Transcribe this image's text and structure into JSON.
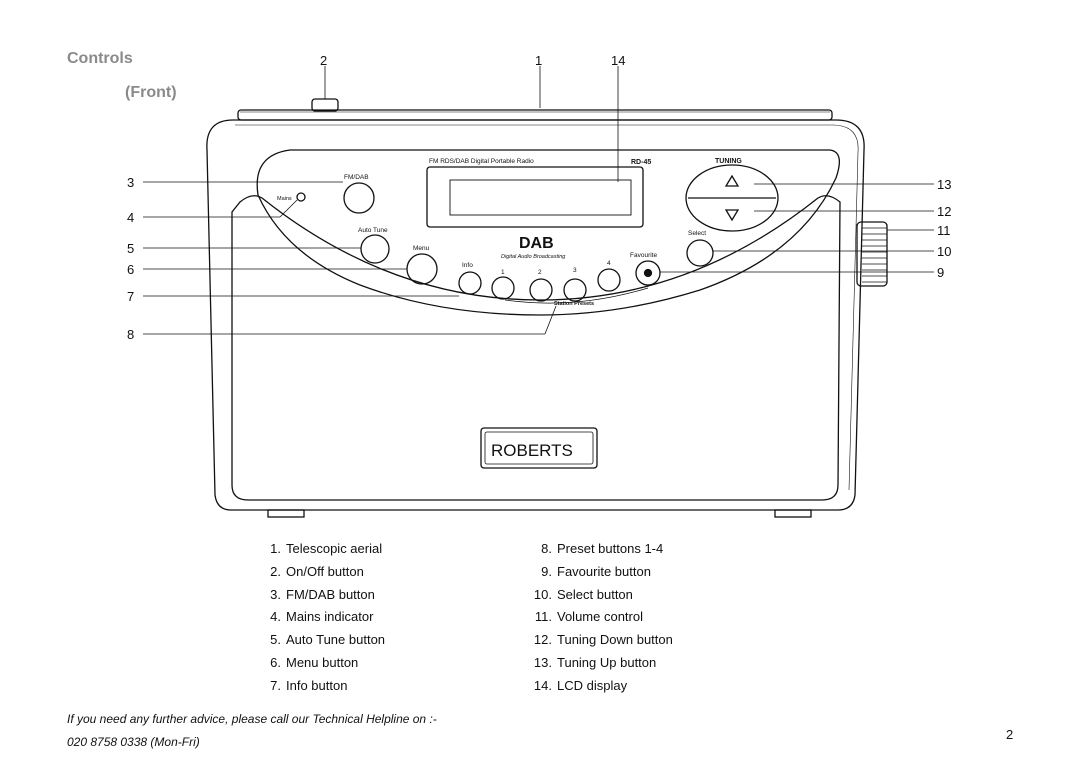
{
  "headings": {
    "controls": "Controls",
    "front": "(Front)"
  },
  "radio": {
    "model_text": "FM RDS/DAB Digital Portable Radio",
    "model_code": "RD-45",
    "tuning_label": "TUNING",
    "fmdab_label": "FM/DAB",
    "mains_label": "Mains",
    "autotune_label": "Auto Tune",
    "menu_label": "Menu",
    "info_label": "Info",
    "dab_logo": "DAB",
    "dab_tagline": "Digital Audio Broadcasting",
    "preset_numbers": [
      "1",
      "2",
      "3",
      "4"
    ],
    "station_presets_label": "Station Presets",
    "favourite_label": "Favourite",
    "select_label": "Select",
    "brand": "ROBERTS"
  },
  "callouts": {
    "top": [
      "2",
      "1",
      "14"
    ],
    "left": [
      "3",
      "4",
      "5",
      "6",
      "7",
      "8"
    ],
    "right": [
      "13",
      "12",
      "11",
      "10",
      "9"
    ]
  },
  "legend_left": [
    {
      "num": "1.",
      "text": "Telescopic aerial"
    },
    {
      "num": "2.",
      "text": "On/Off button"
    },
    {
      "num": "3.",
      "text": "FM/DAB button"
    },
    {
      "num": "4.",
      "text": "Mains indicator"
    },
    {
      "num": "5.",
      "text": "Auto Tune button"
    },
    {
      "num": "6.",
      "text": "Menu button"
    },
    {
      "num": "7.",
      "text": "Info button"
    }
  ],
  "legend_right": [
    {
      "num": "8.",
      "text": "Preset buttons 1-4"
    },
    {
      "num": "9.",
      "text": "Favourite button"
    },
    {
      "num": "10.",
      "text": "Select button"
    },
    {
      "num": "11.",
      "text": "Volume  control"
    },
    {
      "num": "12.",
      "text": "Tuning Down button"
    },
    {
      "num": "13.",
      "text": "Tuning Up button"
    },
    {
      "num": "14.",
      "text": "LCD display"
    }
  ],
  "footer": {
    "help_line": "If you need any further advice, please call our Technical Helpline on :-",
    "phone": "020 8758 0338 (Mon-Fri)"
  },
  "page_number": "2"
}
